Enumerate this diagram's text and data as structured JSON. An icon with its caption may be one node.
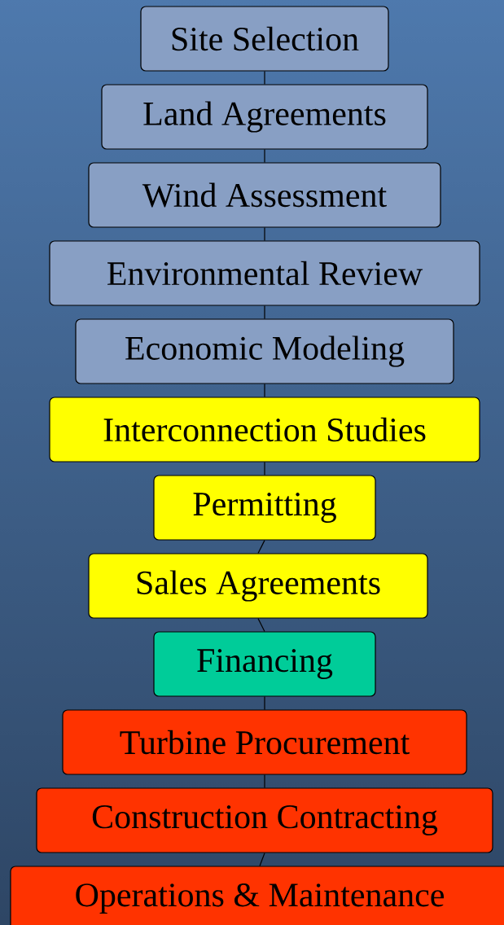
{
  "diagram": {
    "nodes": [
      {
        "text": [
          "Site Selection"
        ]
      },
      {
        "text": [
          "Land Agreements"
        ]
      },
      {
        "text": [
          "Wind Assessment"
        ]
      },
      {
        "text": [
          "Environmental Review"
        ]
      },
      {
        "text": [
          "Economic Modeling"
        ]
      },
      {
        "text": [
          "Interconnection Studies"
        ]
      },
      {
        "text": [
          "Permitting"
        ]
      },
      {
        "text": [
          "Sales Agreements"
        ]
      },
      {
        "text": [
          "Financing"
        ]
      },
      {
        "text": [
          "Turbine Procurement"
        ]
      },
      {
        "text": [
          "Construction Contracting"
        ]
      },
      {
        "text": [
          "Operations & Maintenance"
        ]
      }
    ],
    "edges": [
      {
        "from": 0,
        "to": 1,
        "arrow": "none"
      },
      {
        "from": 1,
        "to": 2,
        "arrow": "none"
      },
      {
        "from": 2,
        "to": 3,
        "arrow": "none"
      },
      {
        "from": 3,
        "to": 4,
        "arrow": "none"
      },
      {
        "from": 4,
        "to": 5,
        "arrow": "none"
      },
      {
        "from": 5,
        "to": 6,
        "arrow": "none"
      },
      {
        "from": 6,
        "to": 7,
        "arrow": "none"
      },
      {
        "from": 7,
        "to": 8,
        "arrow": "none"
      },
      {
        "from": 8,
        "to": 9,
        "arrow": "none"
      },
      {
        "from": 9,
        "to": 10,
        "arrow": "none"
      },
      {
        "from": 10,
        "to": 11,
        "arrow": "none"
      }
    ]
  }
}
